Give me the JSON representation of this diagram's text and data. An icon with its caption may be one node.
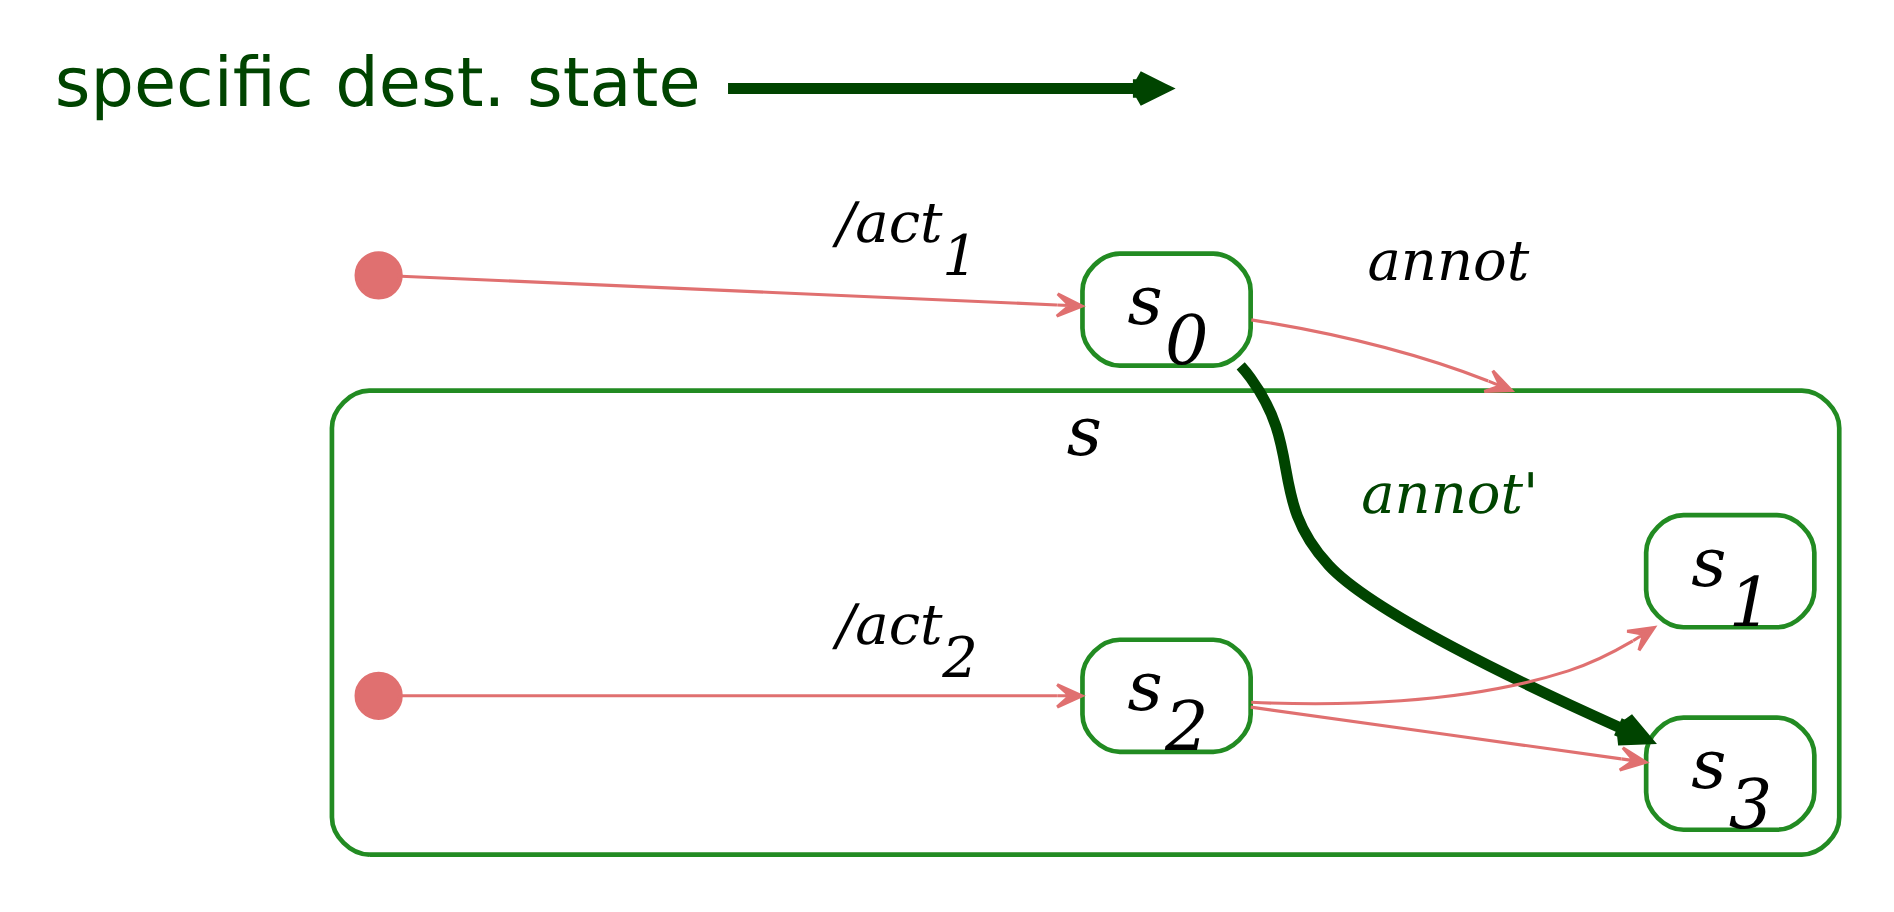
{
  "diagram": {
    "nodes": [
      {
        "text": [],
        "shape": "circle"
      },
      {
        "text": [
          "s$_{0}$"
        ]
      },
      {
        "text": [
          "s"
        ]
      },
      {
        "text": [
          "s$_{1}$"
        ],
        "in": 2
      },
      {
        "text": [],
        "shape": "circle",
        "in": 2
      },
      {
        "text": [
          "s$_{2}$"
        ],
        "in": 2
      },
      {
        "text": [
          "s$_{3}$"
        ],
        "in": 2
      },
      {
        "text": [
          "specific dest. state"
        ]
      }
    ],
    "edges": [
      {
        "from": 0,
        "to": 1,
        "arrow": "to",
        "label": "/act$_{1}$"
      },
      {
        "from": 1,
        "to": 2,
        "arrow": "to",
        "label": "annot"
      },
      {
        "from": 4,
        "to": 5,
        "arrow": "to",
        "label": "/act$_{2}$"
      },
      {
        "from": 5,
        "to": 3,
        "arrow": "to"
      },
      {
        "from": 5,
        "to": 6,
        "arrow": "to"
      },
      {
        "from": 1,
        "to": 6,
        "arrow": "to",
        "label": "annot'",
        "style": "thick",
        "color": "#004400"
      },
      {
        "from": 7,
        "to": null,
        "arrow": "to",
        "style": "thick",
        "color": "#004400"
      }
    ]
  }
}
